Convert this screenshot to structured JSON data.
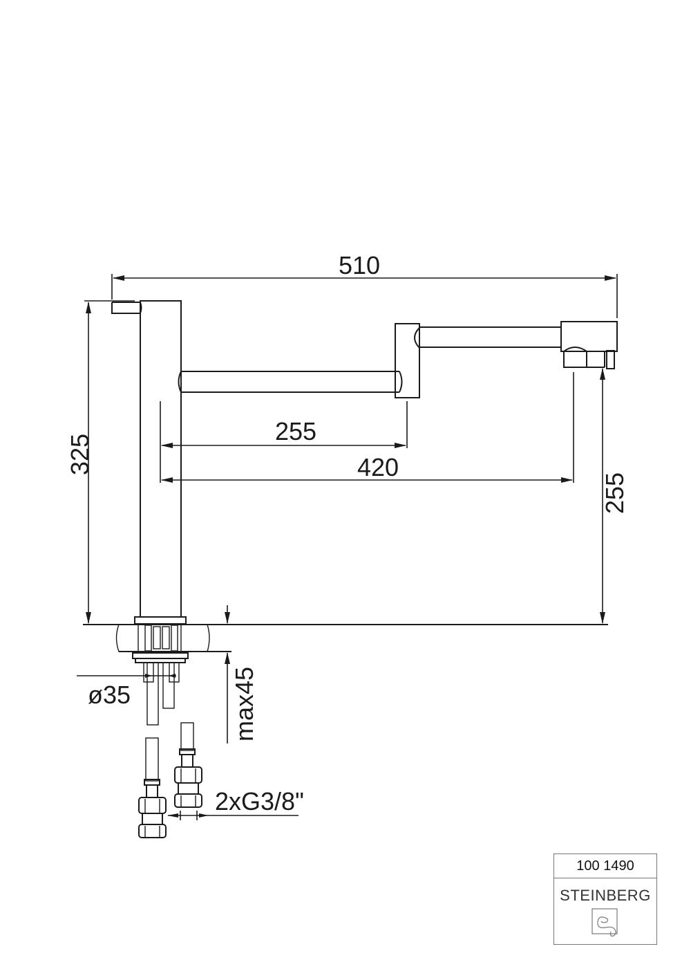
{
  "drawing": {
    "subject": "Kitchen faucet with swivel pot-filler spout - side elevation",
    "dimensions": {
      "overall_width": "510",
      "overall_height": "325",
      "first_arm_reach": "255",
      "spout_reach": "420",
      "spout_height": "255",
      "mounting_hole": "ø35",
      "max_deck_thickness": "max45",
      "connections": "2xG3/8\""
    },
    "colors": {
      "line": "#1a1a1a",
      "title_block_border": "#777777"
    }
  },
  "title_block": {
    "article_number": "100 1490",
    "brand": "STEINBERG",
    "logo_icon": "steinberg-swirl-logo"
  }
}
